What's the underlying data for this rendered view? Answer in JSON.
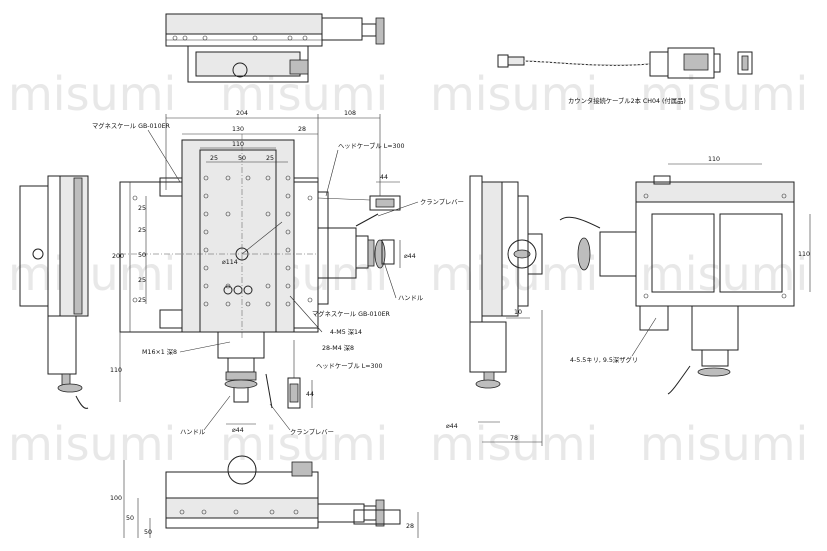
{
  "watermark": "misumi",
  "dimensions": {
    "top_width": "204",
    "right_offset": "108",
    "inner_width": "130",
    "handle_offset": "28",
    "center_width": "110",
    "pitch_a": "25",
    "pitch_b": "50",
    "pitch_c": "25",
    "height_200": "200",
    "left_25a": "25",
    "left_25b": "25",
    "left_50": "50",
    "left_25c": "25",
    "left_25d": "25",
    "bottom_110": "110",
    "right_44": "44",
    "knob_44": "⌀44",
    "front_44": "⌀44",
    "bottom_44": "⌀44",
    "side_44": "44",
    "side_10": "10",
    "side_78": "78",
    "right_view_110_top": "110",
    "right_view_110_side": "110",
    "bottom_view_100": "100",
    "bottom_view_50": "50",
    "bottom_view_50b": "50",
    "bottom_view_28": "28",
    "circle_dia": "⌀114"
  },
  "labels": {
    "magnescale_top": "マグネスケール GB-010ER",
    "head_cable_top": "ヘッドケーブル L=300",
    "clamp_lever_right": "クランプレバー",
    "handle_right": "ハンドル",
    "magnescale_bottom": "マグネスケール GB-010ER",
    "m5_holes": "4-M5 深14",
    "m4_holes": "28-M4 深8",
    "head_cable_bottom": "ヘッドケーブル L=300",
    "m16": "M16×1 深8",
    "handle_bottom": "ハンドル",
    "clamp_lever_bottom": "クランプレバー",
    "counter_bore": "4-5.5キリ, 9.5深ザグリ",
    "counter_cable": "カウンタ接続ケーブル2本 CH04 (付属品)"
  }
}
